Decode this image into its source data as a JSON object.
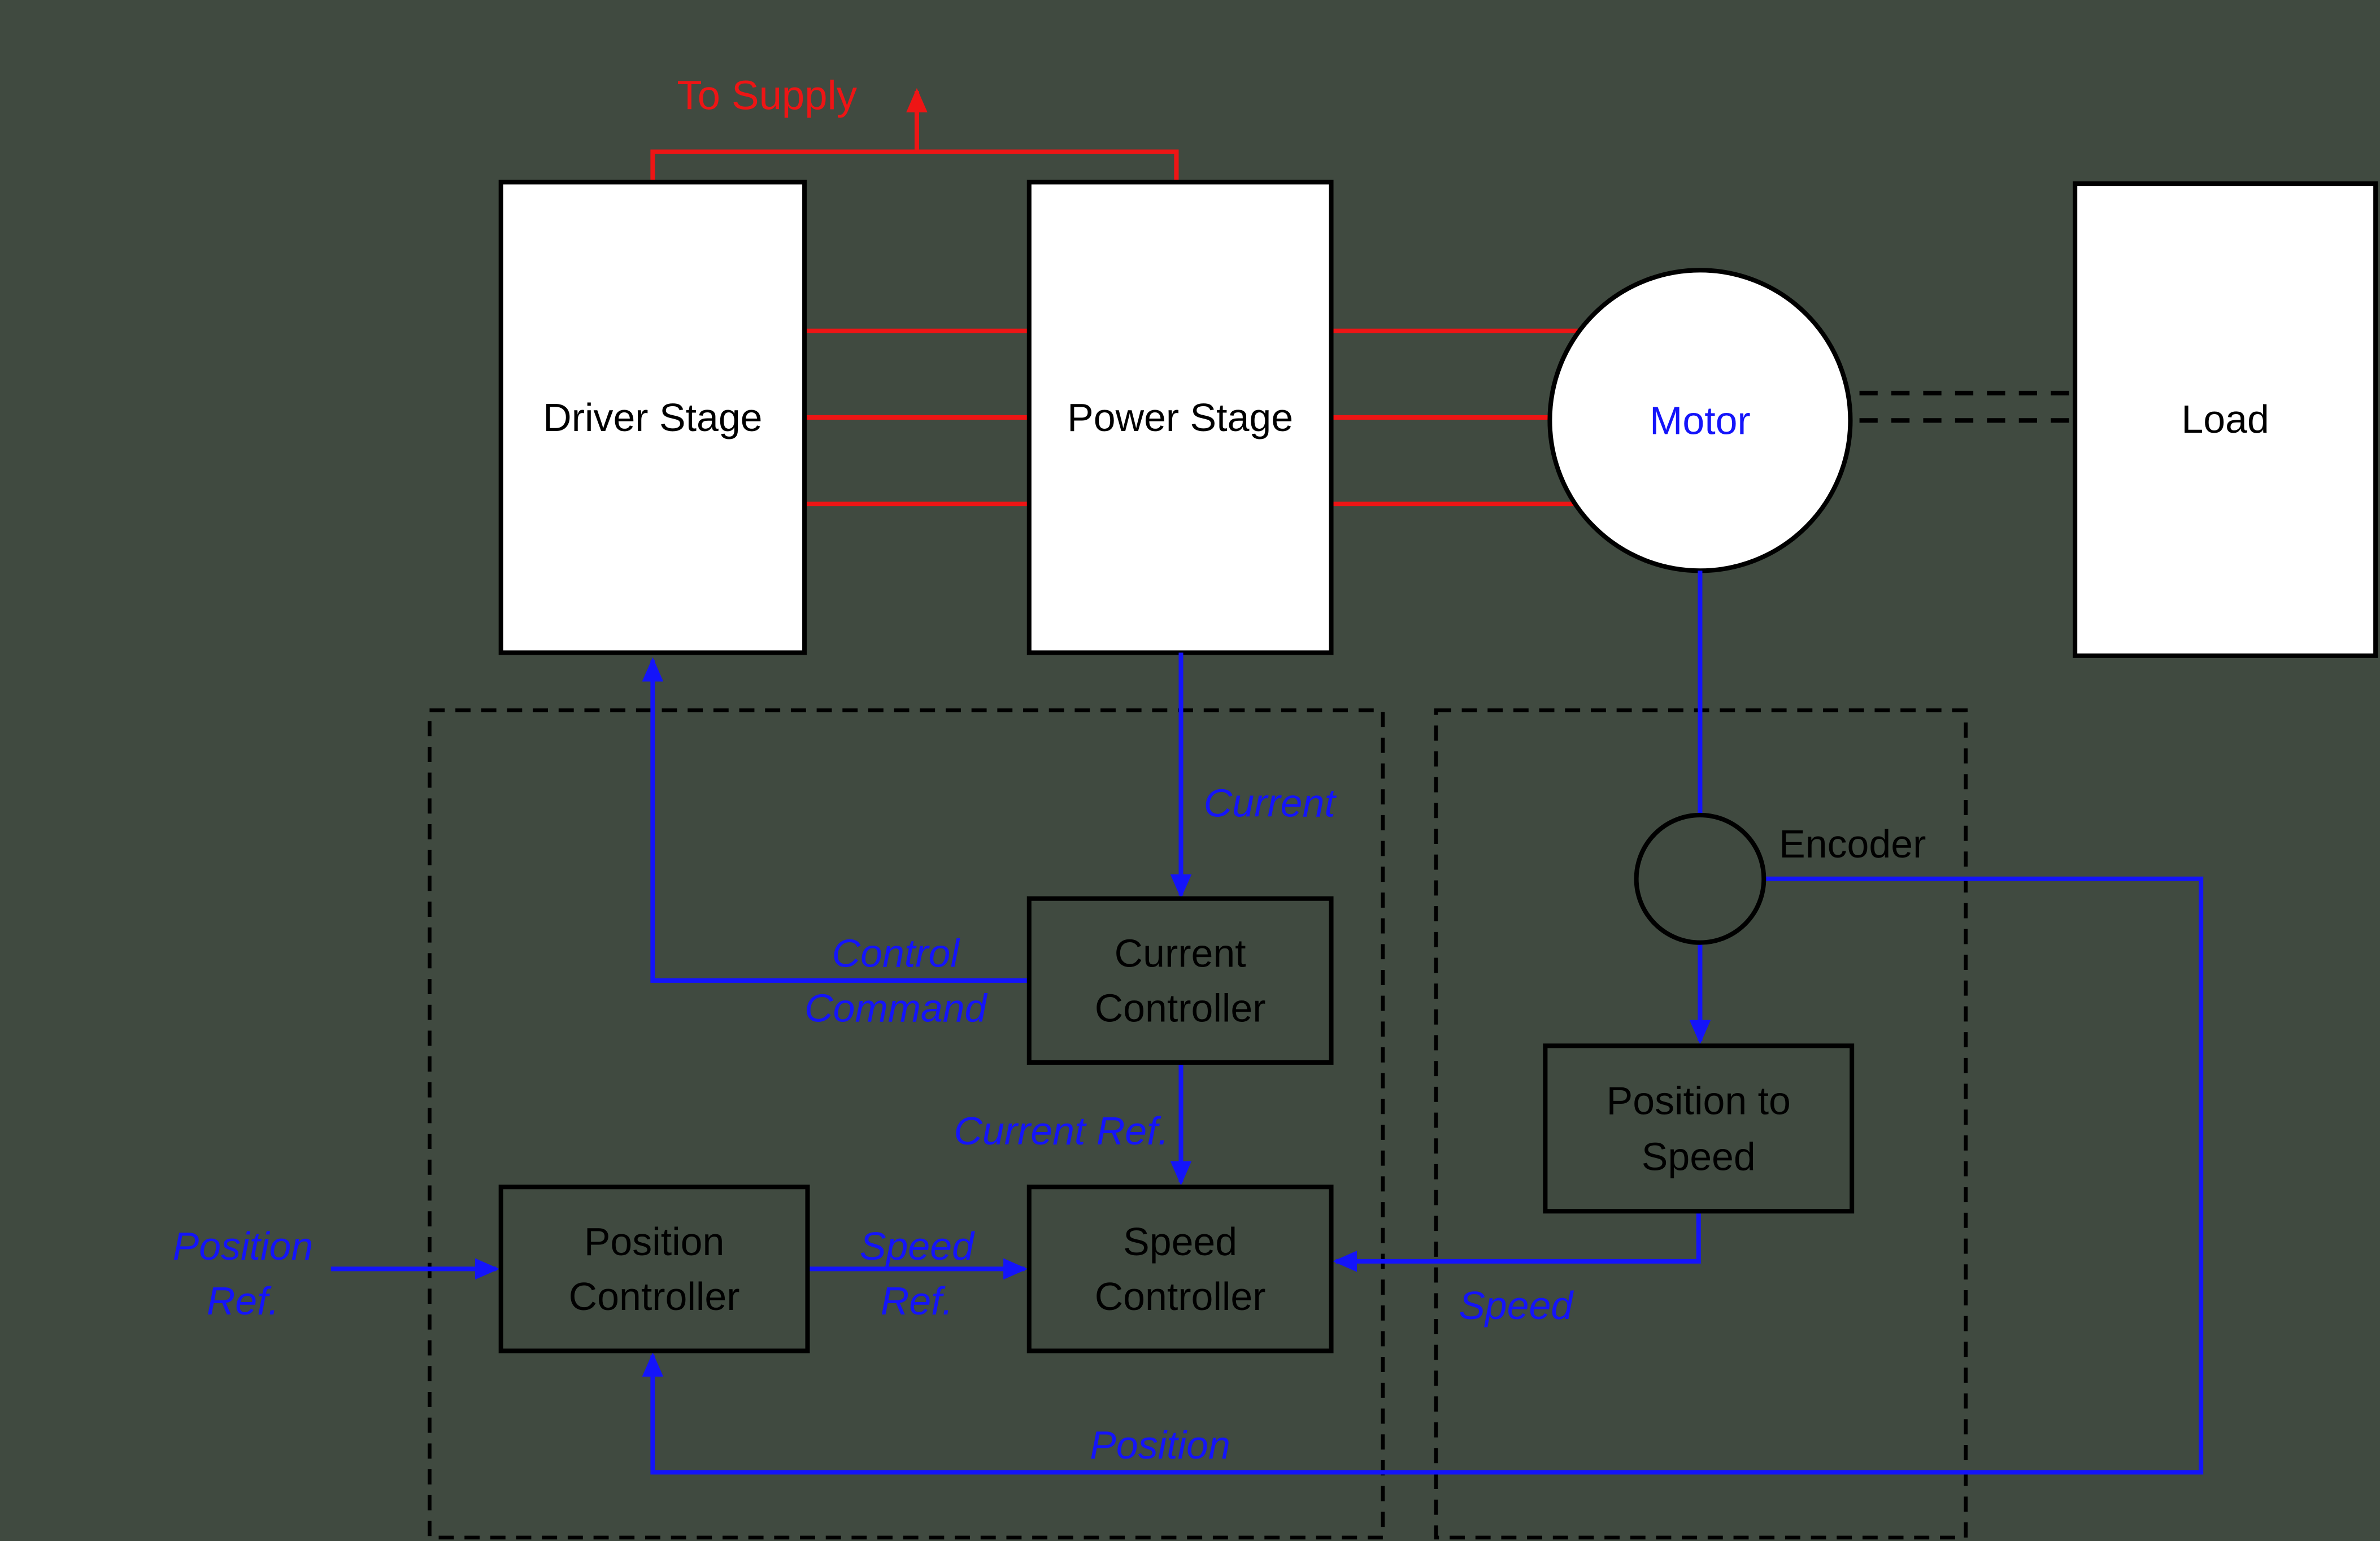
{
  "colors": {
    "background": "#404a40",
    "signal_blue": "#1414fa",
    "power_red": "#ee1515",
    "outline_black": "#000000",
    "block_fill": "#ffffff"
  },
  "blocks": {
    "driver_stage": "Driver Stage",
    "power_stage": "Power Stage",
    "motor": "Motor",
    "load": "Load",
    "encoder": "Encoder",
    "current_controller": "Current Controller",
    "speed_controller": "Speed Controller",
    "position_controller": "Position Controller",
    "position_to_speed": "Position to Speed"
  },
  "signals": {
    "to_supply": "To Supply",
    "current": "Current",
    "control_command": "Control Command",
    "current_ref": "Current Ref.",
    "speed_ref": "Speed Ref.",
    "position_ref": "Position Ref.",
    "speed": "Speed",
    "position": "Position"
  }
}
